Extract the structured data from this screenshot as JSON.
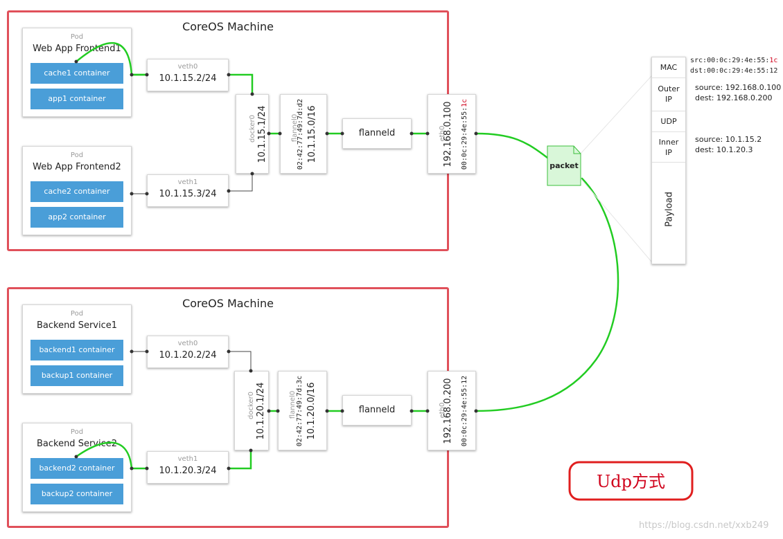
{
  "machine1": {
    "title": "CoreOS Machine",
    "pod1": {
      "kind": "Pod",
      "name": "Web App Frontend1",
      "containers": [
        "cache1 container",
        "app1 container"
      ]
    },
    "pod2": {
      "kind": "Pod",
      "name": "Web App Frontend2",
      "containers": [
        "cache2 container",
        "app2 container"
      ]
    },
    "veth0": {
      "name": "veth0",
      "ip": "10.1.15.2/24"
    },
    "veth1": {
      "name": "veth1",
      "ip": "10.1.15.3/24"
    },
    "docker0": {
      "name": "docker0",
      "ip": "10.1.15.1/24"
    },
    "flannel0": {
      "name": "flannel0",
      "mac": "02:42:77:49:7d:d2",
      "ip": "10.1.15.0/16"
    },
    "flanneld": "flanneld",
    "eth0": {
      "name": "eth0",
      "ip": "192.168.0.100",
      "mac_prefix": "00:0c:29:4e:55:",
      "mac_suffix": "1c"
    }
  },
  "machine2": {
    "title": "CoreOS Machine",
    "pod1": {
      "kind": "Pod",
      "name": "Backend Service1",
      "containers": [
        "backend1 container",
        "backup1 container"
      ]
    },
    "pod2": {
      "kind": "Pod",
      "name": "Backend Service2",
      "containers": [
        "backend2 container",
        "backup2 container"
      ]
    },
    "veth0": {
      "name": "veth0",
      "ip": "10.1.20.2/24"
    },
    "veth1": {
      "name": "veth1",
      "ip": "10.1.20.3/24"
    },
    "docker0": {
      "name": "docker0",
      "ip": "10.1.20.1/24"
    },
    "flannel0": {
      "name": "flannel0",
      "mac": "02:42:77:49:7d:3c",
      "ip": "10.1.20.0/16"
    },
    "flanneld": "flanneld",
    "eth0": {
      "name": "eth0",
      "ip": "192.168.0.200",
      "mac": "00:0c:29:4e:55:12"
    }
  },
  "packet": {
    "label": "packet",
    "segments": [
      "MAC",
      "Outer IP",
      "UDP",
      "Inner IP",
      "Payload"
    ],
    "mac_src_prefix": "src:00:0c:29:4e:55:",
    "mac_src_suffix": "1c",
    "mac_dst": "dst:00:0c:29:4e:55:12",
    "outer_source": "source: 192.168.0.100",
    "outer_dest": "dest: 192.168.0.200",
    "inner_source": "source: 10.1.15.2",
    "inner_dest": "dest: 10.1.20.3"
  },
  "annotation": "Udp方式",
  "watermark": "https://blog.csdn.net/xxb249",
  "colors": {
    "machine_border": "#e0505a",
    "container": "#4a9ed8",
    "link": "#22cc22",
    "packet_fill": "#d9f7d9",
    "annotation": "#d0021b"
  }
}
